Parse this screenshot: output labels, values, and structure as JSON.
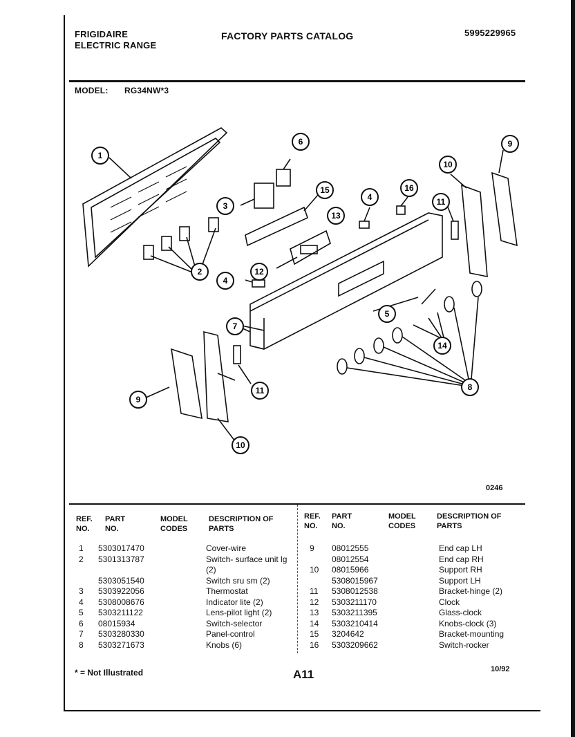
{
  "header": {
    "brand_line1": "FRIGIDAIRE",
    "brand_line2": "ELECTRIC RANGE",
    "catalog_title": "FACTORY PARTS CATALOG",
    "catalog_number": "5995229965",
    "model_label": "MODEL:",
    "model_value": "RG34NW*3"
  },
  "diagram": {
    "code": "0246",
    "callouts": [
      "1",
      "2",
      "3",
      "4",
      "4",
      "5",
      "6",
      "7",
      "8",
      "9",
      "9",
      "10",
      "10",
      "11",
      "11",
      "12",
      "13",
      "14",
      "15",
      "16"
    ]
  },
  "table": {
    "headers": {
      "ref": "REF. NO.",
      "part": "PART NO.",
      "model": "MODEL CODES",
      "desc": "DESCRIPTION OF PARTS"
    },
    "left_rows": [
      {
        "ref": "1",
        "part": "5303017470",
        "model": "",
        "desc": "Cover-wire"
      },
      {
        "ref": "2",
        "part": "5301313787",
        "model": "",
        "desc": "Switch- surface unit lg"
      },
      {
        "ref": "",
        "part": "",
        "model": "",
        "desc": "(2)"
      },
      {
        "ref": "",
        "part": "5303051540",
        "model": "",
        "desc": "Switch sru sm (2)"
      },
      {
        "ref": "3",
        "part": "5303922056",
        "model": "",
        "desc": "Thermostat"
      },
      {
        "ref": "4",
        "part": "5308008676",
        "model": "",
        "desc": "Indicator lite (2)"
      },
      {
        "ref": "5",
        "part": "5303211122",
        "model": "",
        "desc": "Lens-pilot light (2)"
      },
      {
        "ref": "6",
        "part": "08015934",
        "model": "",
        "desc": "Switch-selector"
      },
      {
        "ref": "7",
        "part": "5303280330",
        "model": "",
        "desc": "Panel-control"
      },
      {
        "ref": "8",
        "part": "5303271673",
        "model": "",
        "desc": "Knobs (6)"
      }
    ],
    "right_rows": [
      {
        "ref": "9",
        "part": "08012555",
        "model": "",
        "desc": "End cap LH"
      },
      {
        "ref": "",
        "part": "08012554",
        "model": "",
        "desc": "End cap RH"
      },
      {
        "ref": "10",
        "part": "08015966",
        "model": "",
        "desc": "Support RH"
      },
      {
        "ref": "",
        "part": "5308015967",
        "model": "",
        "desc": "Support LH"
      },
      {
        "ref": "11",
        "part": "5308012538",
        "model": "",
        "desc": "Bracket-hinge (2)"
      },
      {
        "ref": "12",
        "part": "5303211170",
        "model": "",
        "desc": "Clock"
      },
      {
        "ref": "13",
        "part": "5303211395",
        "model": "",
        "desc": "Glass-clock"
      },
      {
        "ref": "14",
        "part": "5303210414",
        "model": "",
        "desc": "Knobs-clock (3)"
      },
      {
        "ref": "15",
        "part": "3204642",
        "model": "",
        "desc": "Bracket-mounting"
      },
      {
        "ref": "16",
        "part": "5303209662",
        "model": "",
        "desc": "Switch-rocker"
      }
    ]
  },
  "footer": {
    "note": "* = Not Illustrated",
    "page": "A11",
    "date": "10/92"
  }
}
